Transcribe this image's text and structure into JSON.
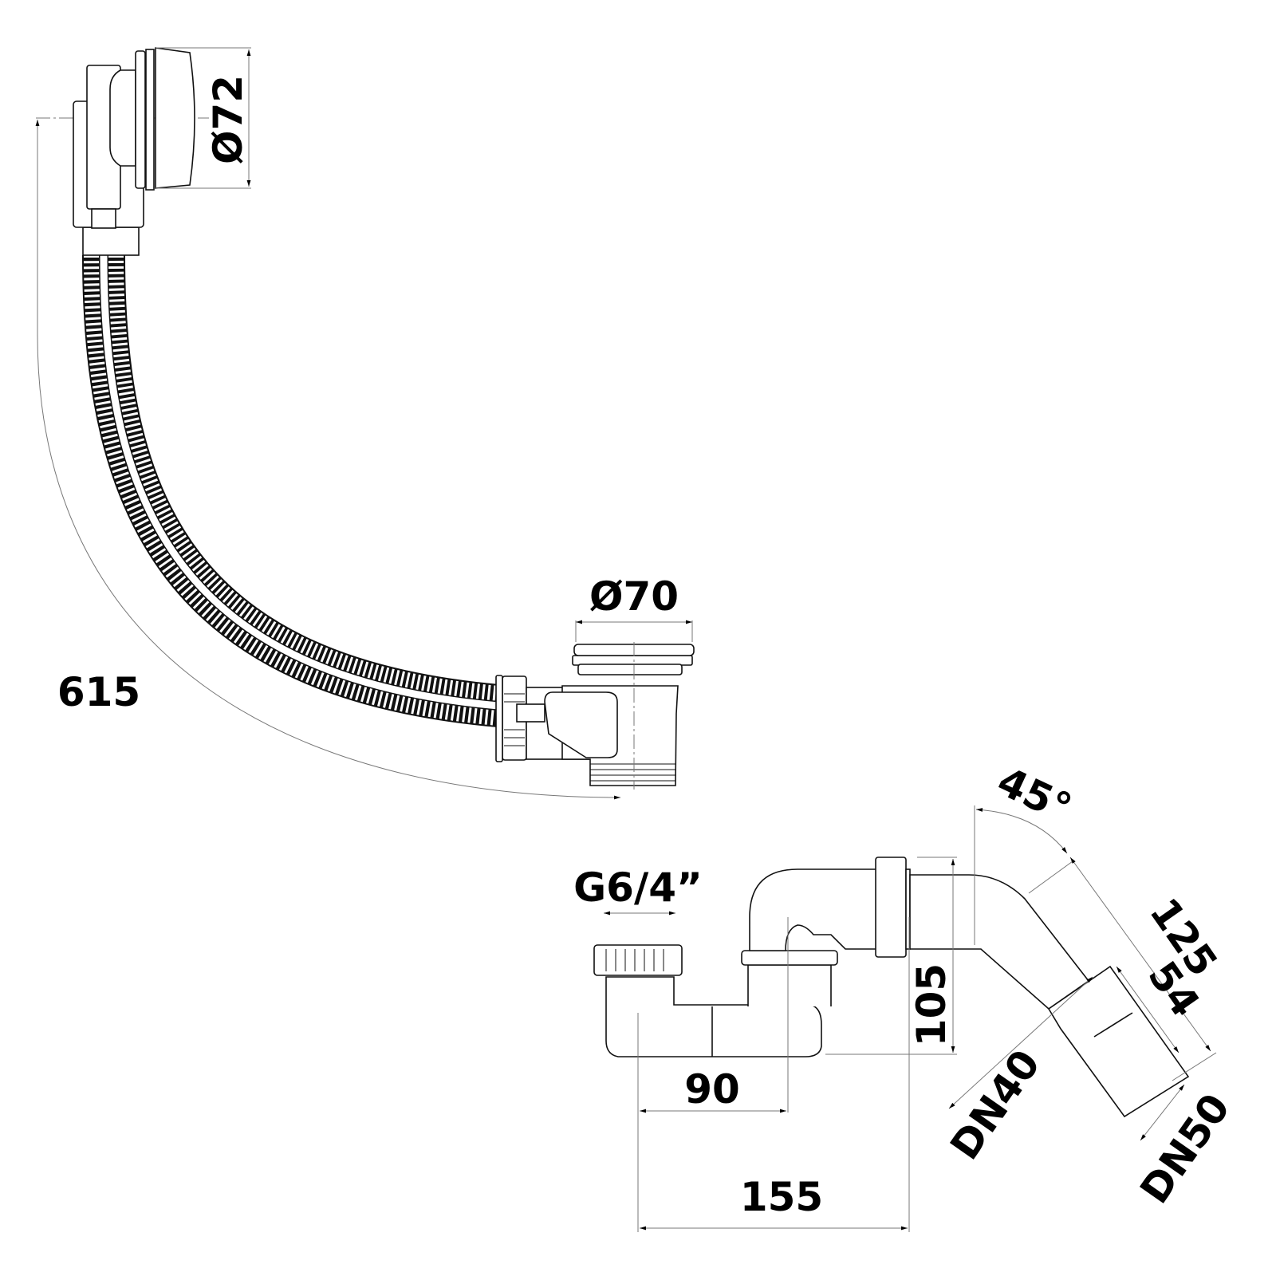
{
  "dimensions": {
    "overflow_diameter": "Ø72",
    "waste_diameter": "Ø70",
    "cable_length": "615",
    "thread": "G6/4”",
    "angle": "45°",
    "length_125": "125",
    "length_54": "54",
    "height_105": "105",
    "length_90": "90",
    "length_155": "155",
    "outlet_dn40": "DN40",
    "outlet_dn50": "DN50"
  }
}
